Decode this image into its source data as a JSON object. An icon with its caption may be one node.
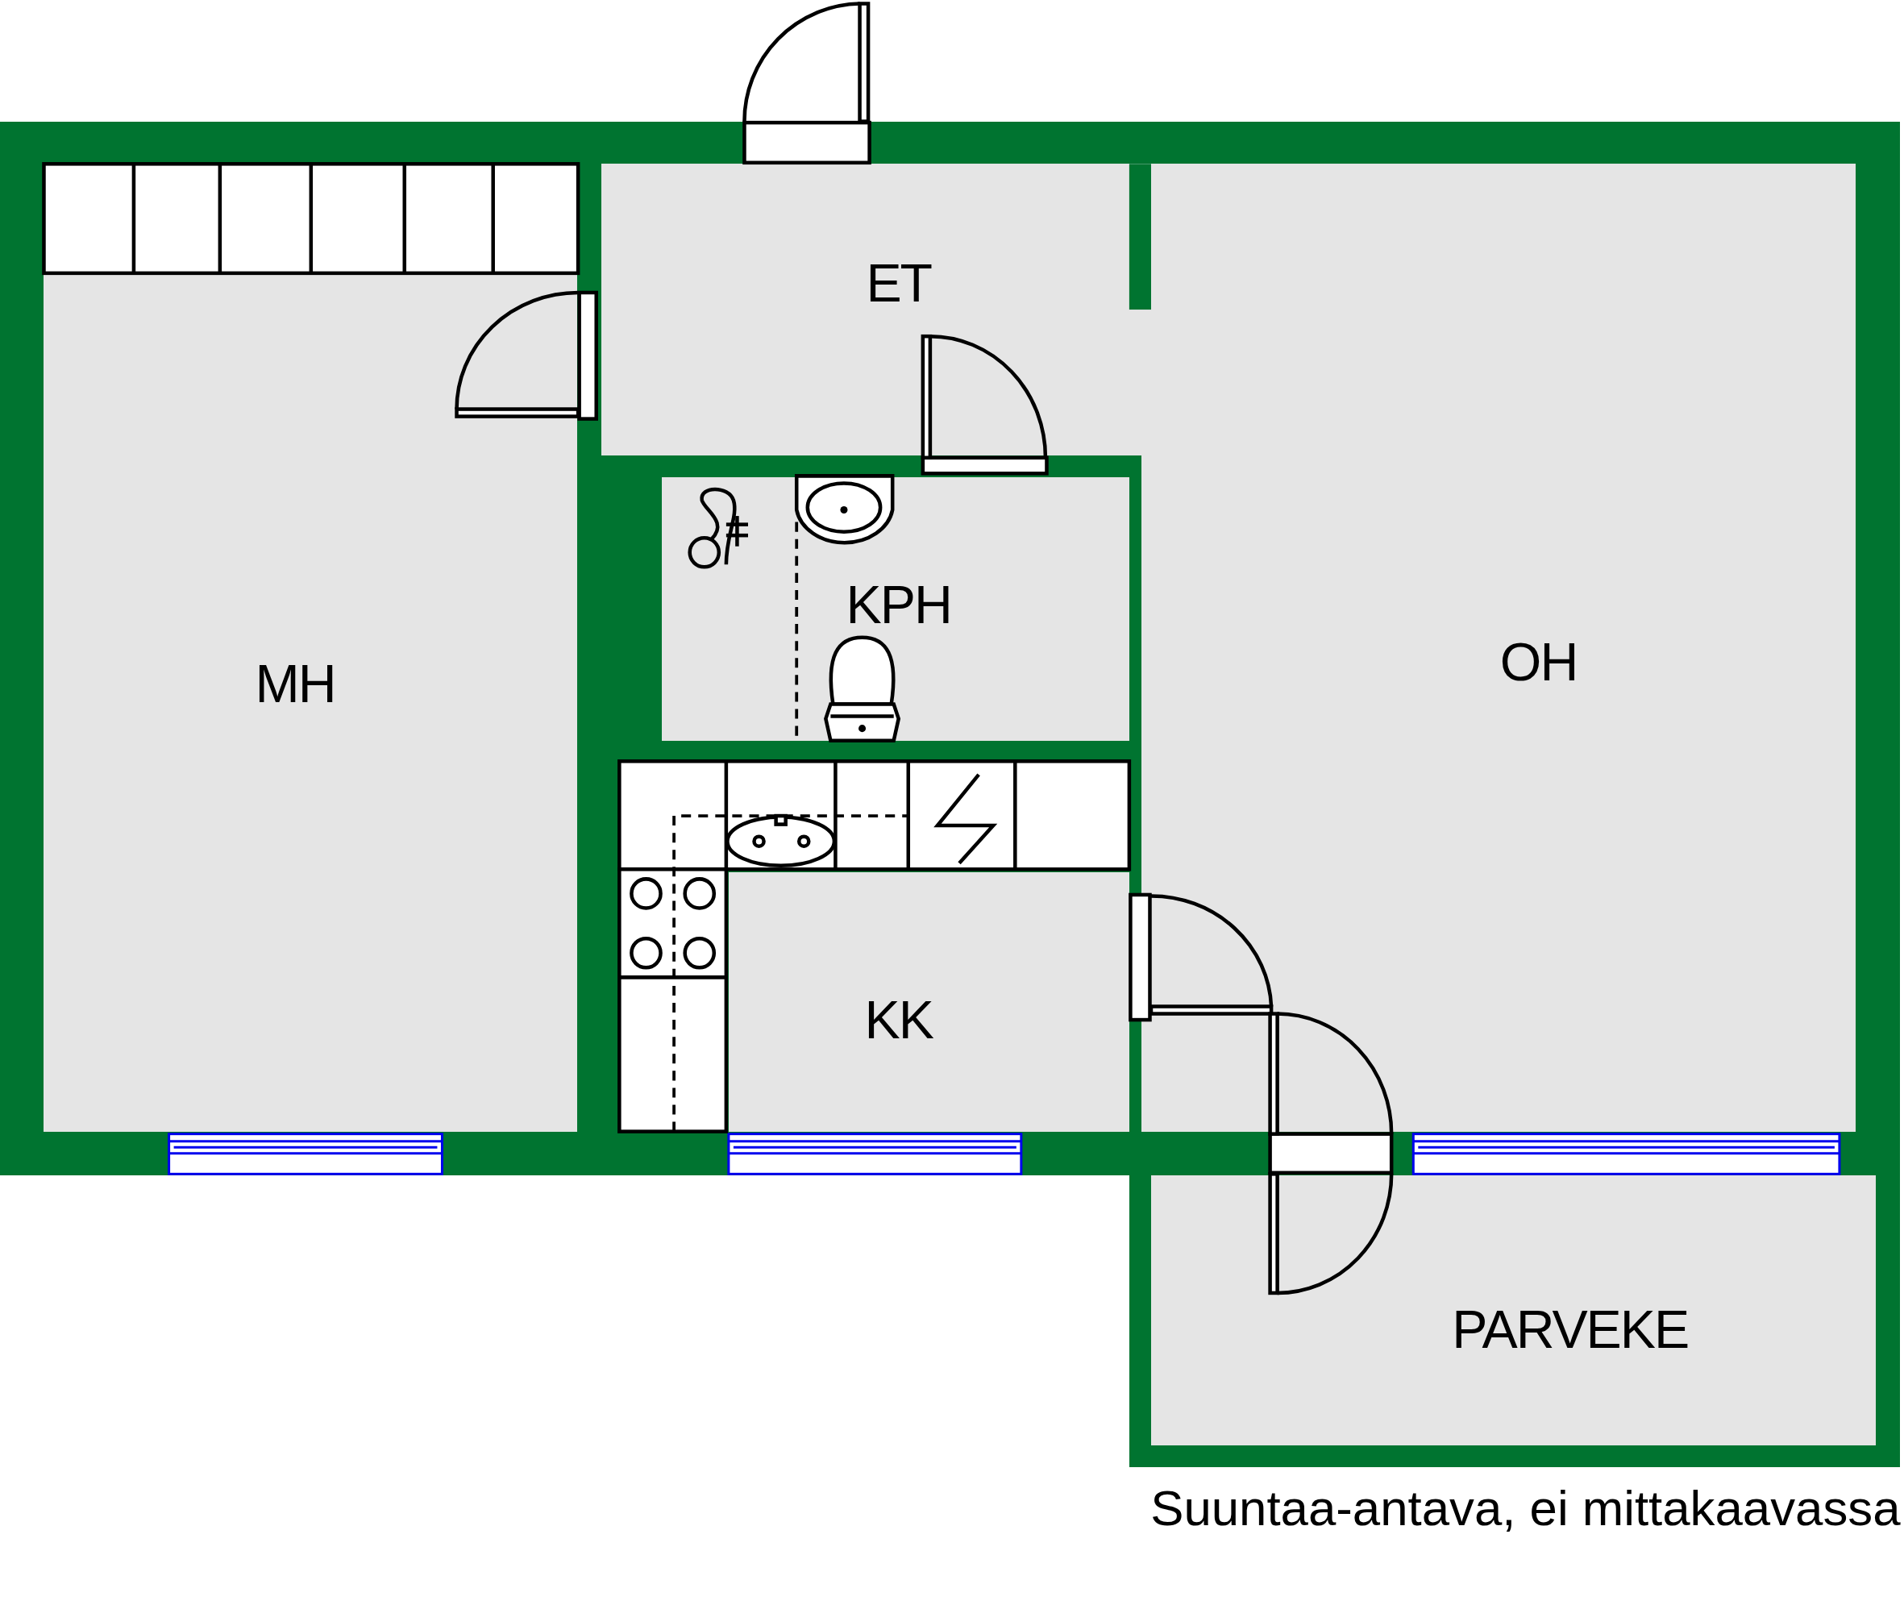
{
  "diagram": {
    "caption": "Suuntaa-antava, ei mittakaavassa",
    "nodes": [
      {
        "text": [
          "MH"
        ]
      },
      {
        "text": [
          "ET"
        ]
      },
      {
        "text": [
          "KPH"
        ]
      },
      {
        "text": [
          "OH"
        ]
      },
      {
        "text": [
          "KK"
        ]
      },
      {
        "text": [
          "PARVEKE"
        ]
      }
    ]
  }
}
